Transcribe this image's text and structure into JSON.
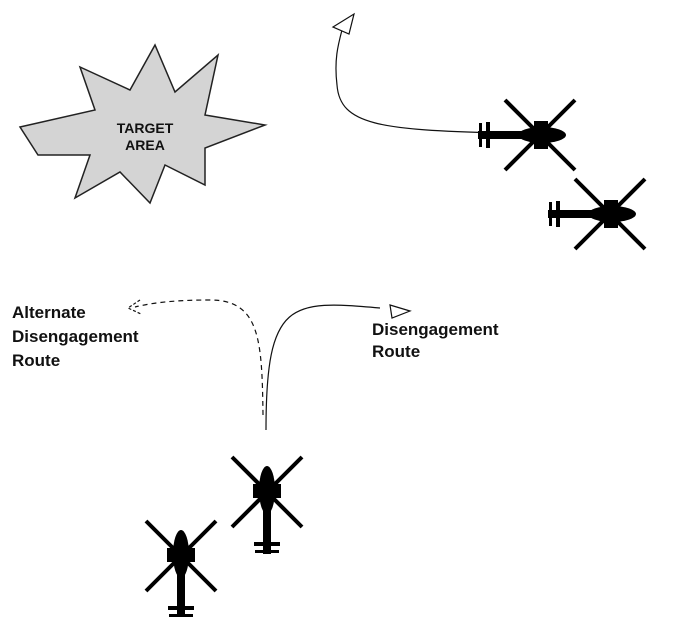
{
  "target_area": {
    "line1": "TARGET",
    "line2": "AREA",
    "fill_color": "#d4d4d4",
    "stroke_color": "#222222"
  },
  "disengagement_route": {
    "line1": "Disengagement",
    "line2": "Route",
    "style": "solid"
  },
  "alternate_route": {
    "line1": "Alternate",
    "line2": "Disengagement",
    "line3": "Route",
    "style": "dashed"
  },
  "aircraft": {
    "icon": "helicopter-icon",
    "color": "#000000",
    "count": 4
  }
}
